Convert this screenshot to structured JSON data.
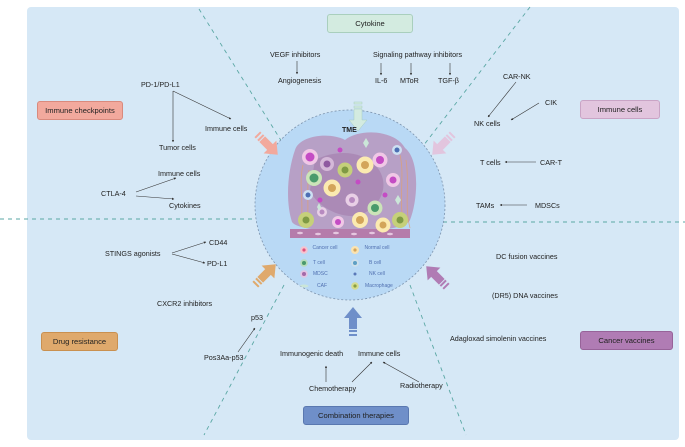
{
  "diagram": {
    "center": {
      "label": "TME",
      "legend": [
        {
          "label": "Cancer cell",
          "color": "#f08aa0"
        },
        {
          "label": "Normal cell",
          "color": "#f2d38a"
        },
        {
          "label": "T cell",
          "color": "#58a878"
        },
        {
          "label": "B cell",
          "color": "#6a9ec8"
        },
        {
          "label": "MDSC",
          "color": "#b77ab8"
        },
        {
          "label": "NK cell",
          "color": "#6a86c2"
        },
        {
          "label": "CAF",
          "color": "#b9dcc4"
        },
        {
          "label": "Macrophage",
          "color": "#a9b85a"
        }
      ]
    },
    "categories": {
      "cytokine": {
        "label": "Cytokine",
        "color": "#d3ebe0",
        "border": "#a9cfbd"
      },
      "immune_checkpoints": {
        "label": "Immune checkpoints",
        "color": "#f2a99d",
        "border": "#d98a7d"
      },
      "immune_cells": {
        "label": "Immune cells",
        "color": "#e2c5de",
        "border": "#c9a4c5"
      },
      "drug_resistance": {
        "label": "Drug resistance",
        "color": "#dfa96c",
        "border": "#c99050"
      },
      "cancer_vaccines": {
        "label": "Cancer vaccines",
        "color": "#b07cb4",
        "border": "#976399"
      },
      "combination_therapies": {
        "label": "Combination therapies",
        "color": "#6f8fc9",
        "border": "#5a78b0"
      }
    },
    "cytokine_section": {
      "vegf": "VEGF inhibitors",
      "angiogenesis": "Angiogenesis",
      "signaling": "Signaling pathway inhibitors",
      "il6": "IL-6",
      "mtor": "MToR",
      "tgfb": "TGF-β"
    },
    "checkpoint_section": {
      "pd1": "PD-1/PD-L1",
      "immune_cells": "Immune cells",
      "tumor_cells": "Tumor cells",
      "ctla4": "CTLA-4",
      "immune_cells_2": "Immune cells",
      "cytokines": "Cytokines"
    },
    "immune_cells_section": {
      "car_nk": "CAR-NK",
      "cik": "CIK",
      "nk_cells": "NK cells",
      "t_cells": "T cells",
      "car_t": "CAR-T",
      "tams": "TAMs",
      "mdscs": "MDSCs"
    },
    "drug_resistance_section": {
      "stings": "STINGS agonists",
      "cd44": "CD44",
      "pdl1": "PD-L1",
      "cxcr2": "CXCR2 inhibitors",
      "p53": "p53",
      "pos3aa": "Pos3Aa-p53"
    },
    "vaccines_section": {
      "dc_fusion": "DC fusion vaccines",
      "dr5": "(DR5) DNA vaccines",
      "adagloxad": "Adagloxad simolenin vaccines"
    },
    "combination_section": {
      "immunogenic_death": "Immunogenic death",
      "immune_cells": "Immune cells",
      "chemotherapy": "Chemotherapy",
      "radiotherapy": "Radiotherapy"
    }
  }
}
